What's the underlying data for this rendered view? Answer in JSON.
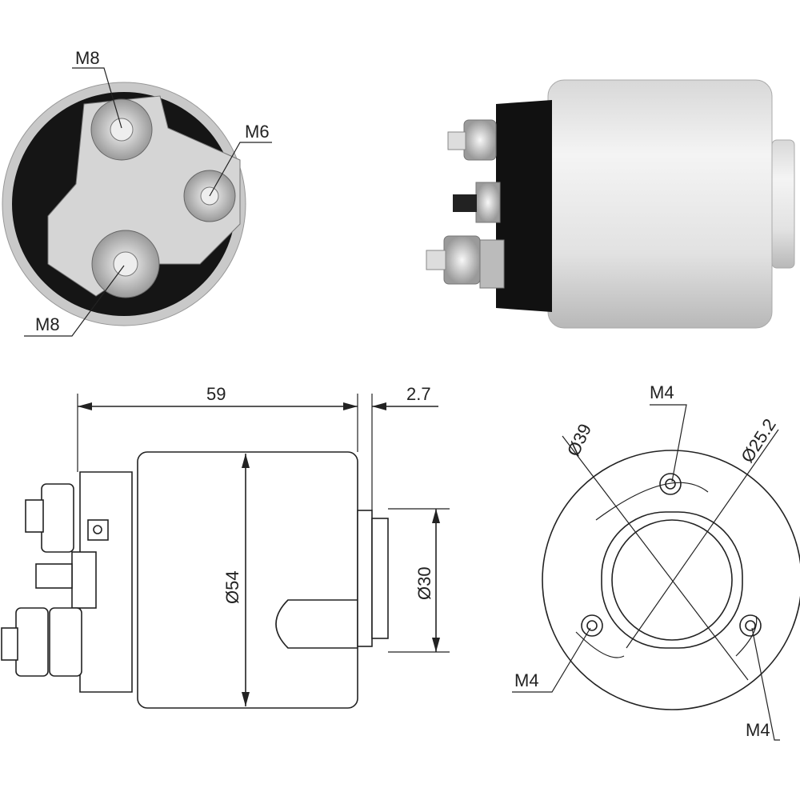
{
  "photo_end_view": {
    "labels": {
      "top_terminal": "M8",
      "right_terminal": "M6",
      "bottom_terminal": "M8"
    }
  },
  "side_view": {
    "length": "59",
    "flange": "2.7",
    "body_diameter": "Ø54",
    "nose_diameter": "Ø30"
  },
  "end_view": {
    "top_hole": "M4",
    "outer_bolt_circle": "Ø39",
    "inner_diameter": "Ø25.2",
    "left_hole": "M4",
    "right_hole": "M4"
  },
  "colors": {
    "line": "#222222",
    "metal": "#c8c8c8",
    "dark": "#111111"
  }
}
